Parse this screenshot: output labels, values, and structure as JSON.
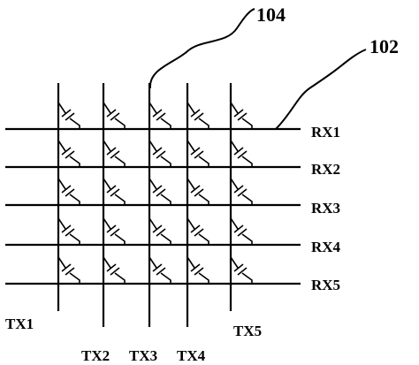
{
  "diagram": {
    "type": "touch-sensor-electrode-matrix",
    "ref_104": "104",
    "ref_102": "102",
    "rows": [
      {
        "label": "RX1"
      },
      {
        "label": "RX2"
      },
      {
        "label": "RX3"
      },
      {
        "label": "RX4"
      },
      {
        "label": "RX5"
      }
    ],
    "columns": [
      {
        "label": "TX1"
      },
      {
        "label": "TX2"
      },
      {
        "label": "TX3"
      },
      {
        "label": "TX4"
      },
      {
        "label": "TX5"
      }
    ],
    "line_color": "#000000",
    "background": "#ffffff"
  }
}
